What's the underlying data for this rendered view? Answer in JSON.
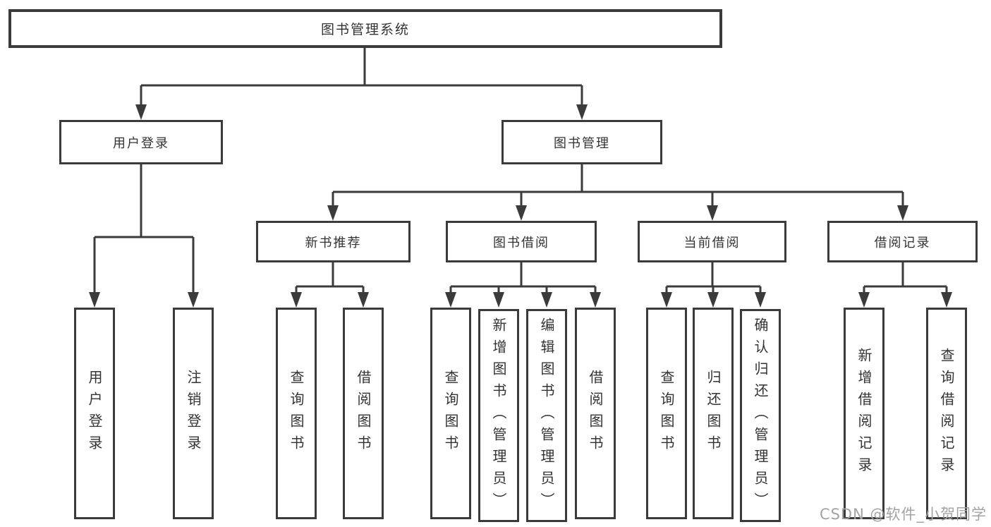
{
  "diagram": {
    "title": "图书管理系统",
    "nodes": {
      "root": {
        "label": "图书管理系统"
      },
      "level2": [
        {
          "label": "用户登录"
        },
        {
          "label": "图书管理"
        }
      ],
      "level3": [
        {
          "label": "新书推荐",
          "parent": "图书管理"
        },
        {
          "label": "图书借阅",
          "parent": "图书管理"
        },
        {
          "label": "当前借阅",
          "parent": "图书管理"
        },
        {
          "label": "借阅记录",
          "parent": "图书管理"
        }
      ],
      "leaves": [
        {
          "label": "用户登录",
          "parent": "用户登录"
        },
        {
          "label": "注销登录",
          "parent": "用户登录"
        },
        {
          "label": "查询图书",
          "parent": "新书推荐"
        },
        {
          "label": "借阅图书",
          "parent": "新书推荐"
        },
        {
          "label": "查询图书",
          "parent": "图书借阅"
        },
        {
          "label": "新增图书（管理员）",
          "parent": "图书借阅"
        },
        {
          "label": "编辑图书（管理员）",
          "parent": "图书借阅"
        },
        {
          "label": "借阅图书",
          "parent": "图书借阅"
        },
        {
          "label": "查询图书",
          "parent": "当前借阅"
        },
        {
          "label": "归还图书",
          "parent": "当前借阅"
        },
        {
          "label": "确认归还（管理员）",
          "parent": "当前借阅"
        },
        {
          "label": "新增借阅记录",
          "parent": "借阅记录"
        },
        {
          "label": "查询借阅记录",
          "parent": "借阅记录"
        }
      ]
    },
    "colors": {
      "line": "#3b3b3b",
      "text": "#333333",
      "box_fill": "#ffffff",
      "background": "#ffffff",
      "watermark": "#a3a3a3"
    }
  },
  "watermark": {
    "text": "CSDN @软件_小贺同学"
  }
}
